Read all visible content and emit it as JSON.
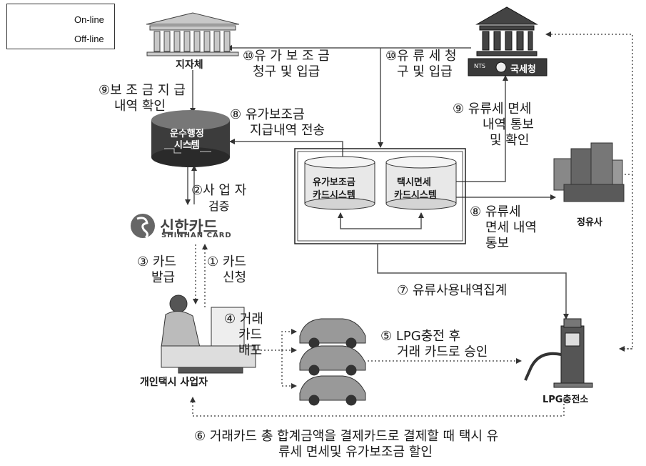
{
  "legend": {
    "online": "On-line",
    "offline": "Off-line"
  },
  "nodes": {
    "local_gov": "지자체",
    "nts": "국세청",
    "nts_logo": "NTS",
    "transport_system": [
      "운수행정",
      "시스템"
    ],
    "shinhan": "신한카드",
    "shinhan_en": "SHINHAN CARD",
    "fuel_subsidy_card": [
      "유가보조금",
      "카드시스템"
    ],
    "taxi_exempt_card": [
      "택시면세",
      "카드시스템"
    ],
    "refinery": "정유사",
    "taxi_operator": "개인택시 사업자",
    "lpg_station": "LPG충전소"
  },
  "steps": {
    "s1": [
      "① 카드",
      "신청"
    ],
    "s2": [
      "②사 업 자",
      "검증"
    ],
    "s3": [
      "③ 카드",
      "발급"
    ],
    "s4": [
      "④ 거래",
      "카드",
      "배포"
    ],
    "s5": [
      "⑤ LPG충전 후",
      "거래 카드로 승인"
    ],
    "s6": [
      "⑥ 거래카드 총 합계금액을 결제카드로 결제할 때 택시 유",
      "류세 면세및 유가보조금 할인"
    ],
    "s7": "⑦ 유류사용내역집계",
    "s8a": [
      "⑧ 유가보조금",
      "지급내역 전송"
    ],
    "s8b": [
      "⑧ 유류세",
      "면세 내역",
      "통보"
    ],
    "s9a": [
      "⑨보 조 금 지 급",
      "내역 확인"
    ],
    "s9b": [
      "⑨ 유류세 면세",
      "내역 통보",
      "및 확인"
    ],
    "s10a": [
      "⑩유 가 보 조 금",
      "청구 및 입급"
    ],
    "s10b": [
      "⑩유 류 세 청",
      "구 및 입급"
    ]
  }
}
